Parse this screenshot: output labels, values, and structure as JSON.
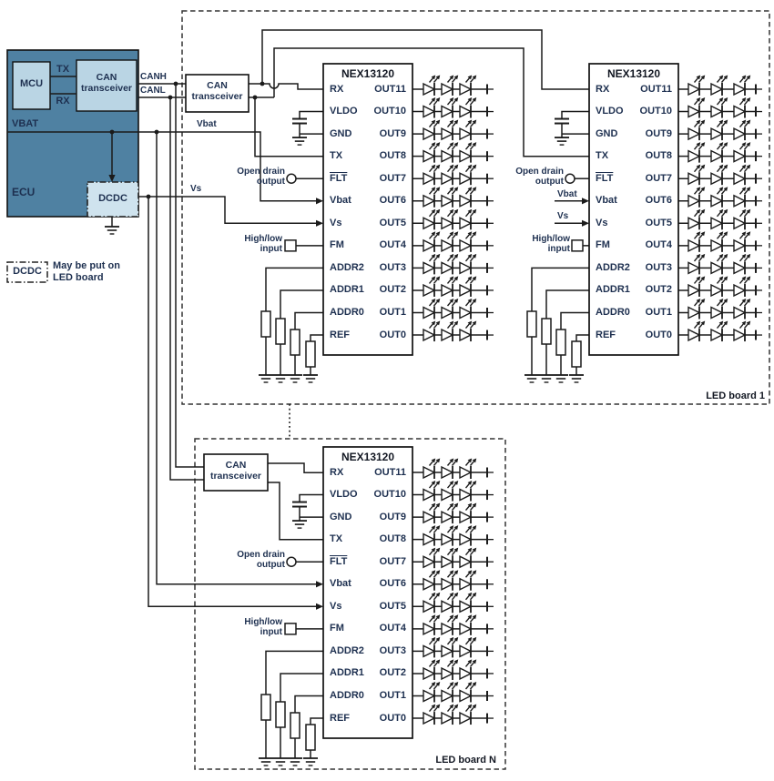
{
  "ecu": {
    "label": "ECU",
    "mcu": "MCU",
    "ct_line1": "CAN",
    "ct_line2": "transceiver",
    "tx": "TX",
    "rx": "RX",
    "vbat": "VBAT",
    "dcdc": "DCDC",
    "canh": "CANH",
    "canl": "CANL"
  },
  "board1_entry": {
    "vbat": "Vbat",
    "vs": "Vs"
  },
  "can_transceiver": {
    "line1": "CAN",
    "line2": "transceiver"
  },
  "legend": {
    "box": "DCDC",
    "line1": "May be put on",
    "line2": "LED board"
  },
  "boards": {
    "board1": "LED board 1",
    "boardN": "LED board N"
  },
  "chip": {
    "title": "NEX13120",
    "left_pins": [
      "RX",
      "VLDO",
      "GND",
      "TX",
      "FLT",
      "Vbat",
      "Vs",
      "FM",
      "ADDR2",
      "ADDR1",
      "ADDR0",
      "REF"
    ],
    "right_pins": [
      "OUT11",
      "OUT10",
      "OUT9",
      "OUT8",
      "OUT7",
      "OUT6",
      "OUT5",
      "OUT4",
      "OUT3",
      "OUT2",
      "OUT1",
      "OUT0"
    ]
  },
  "annotations": {
    "open_drain_line1": "Open drain",
    "open_drain_line2": "output",
    "high_low_line1": "High/low",
    "high_low_line2": "input",
    "vbat_stub": "Vbat",
    "vs_stub": "Vs"
  },
  "colors": {
    "ecu_fill": "#4f81a2",
    "module_fill": "#bad5e4",
    "dcdc_fill": "#cfe3ee",
    "wire": "#1b1b1b",
    "label_text": "#1e3050",
    "board_text": "#121722"
  }
}
